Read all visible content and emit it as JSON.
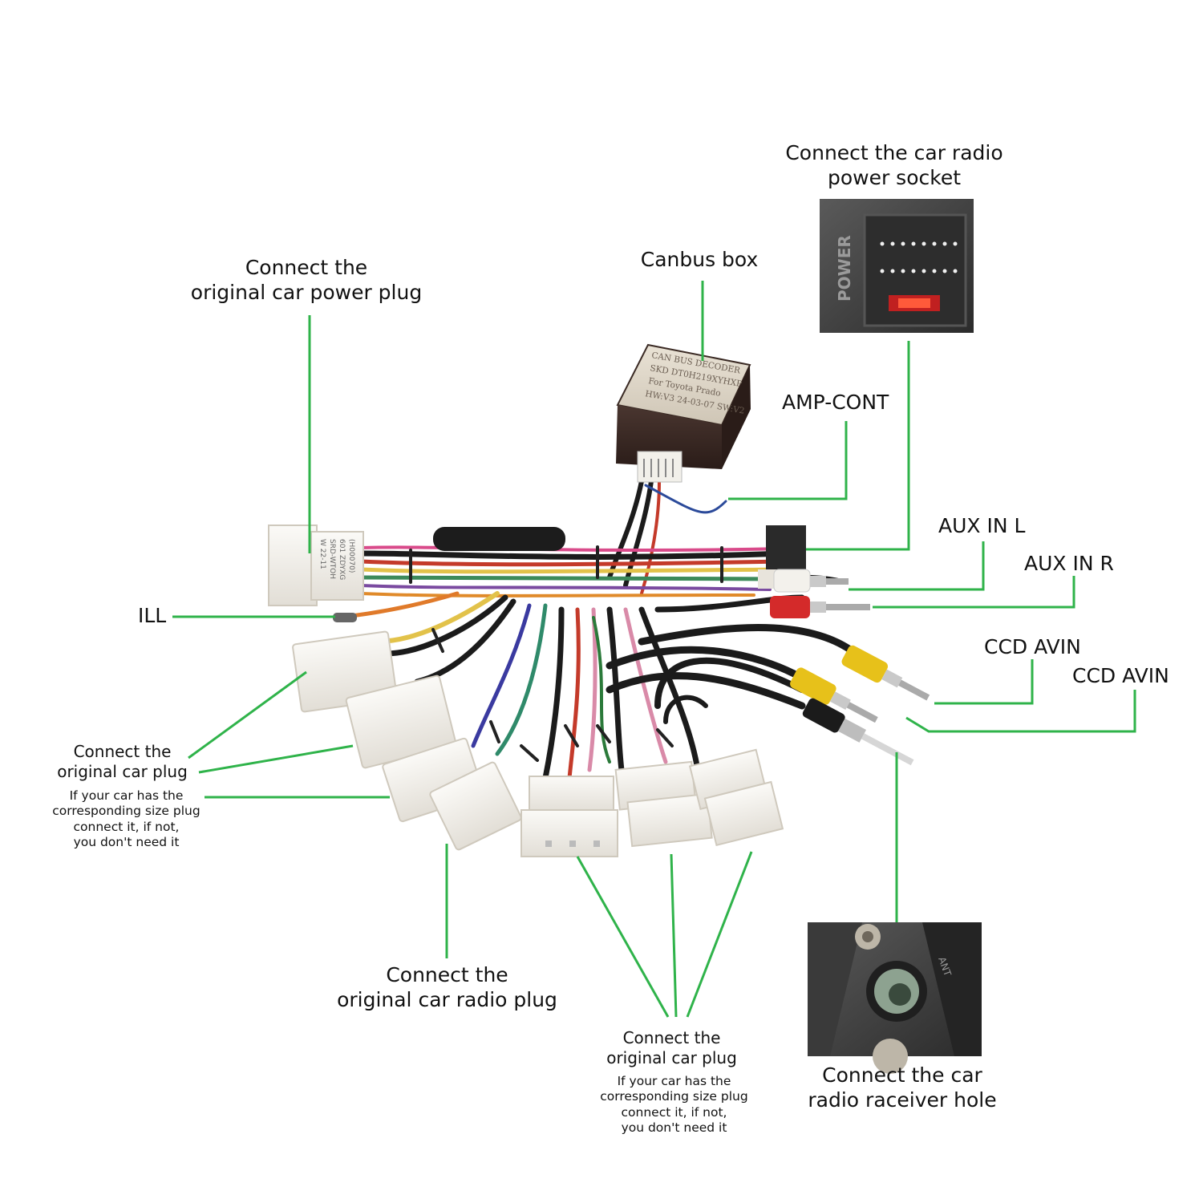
{
  "labels": {
    "radio_power_socket": [
      "Connect the car radio",
      "power socket"
    ],
    "canbus_box": "Canbus box",
    "car_power_plug": [
      "Connect the",
      "original car power  plug"
    ],
    "amp_cont": "AMP-CONT",
    "aux_in_l": "AUX IN L",
    "aux_in_r": "AUX IN R",
    "ill": "ILL",
    "ccd_avin_1": "CCD AVIN",
    "ccd_avin_2": "CCD AVIN",
    "car_plug_left": [
      "Connect the",
      "original car plug"
    ],
    "car_plug_left_note": [
      "If your car has the",
      "corresponding size plug",
      "connect it, if not,",
      "you don't need it"
    ],
    "radio_plug": [
      "Connect the",
      "original car radio plug"
    ],
    "car_plug_bottom": [
      "Connect the",
      "original car plug"
    ],
    "car_plug_bottom_note": [
      "If your car has the",
      "corresponding size plug",
      "connect it, if not,",
      "you don't need it"
    ],
    "receiver_hole": [
      "Connect the  car",
      "radio raceiver hole"
    ]
  },
  "canbus_box_label": [
    "CAN BUS DECODER",
    "SKD DT0H219XYHXP",
    "For Toyota Prado",
    "HW:V3 24-03-07 SW:V2"
  ],
  "power_socket_print": "POWER",
  "receiver_panel_print": "ANT",
  "colors": {
    "leader": "#2fb34a",
    "text": "#111111",
    "box_body": "#3c2a25",
    "plug": "#f1efea"
  }
}
